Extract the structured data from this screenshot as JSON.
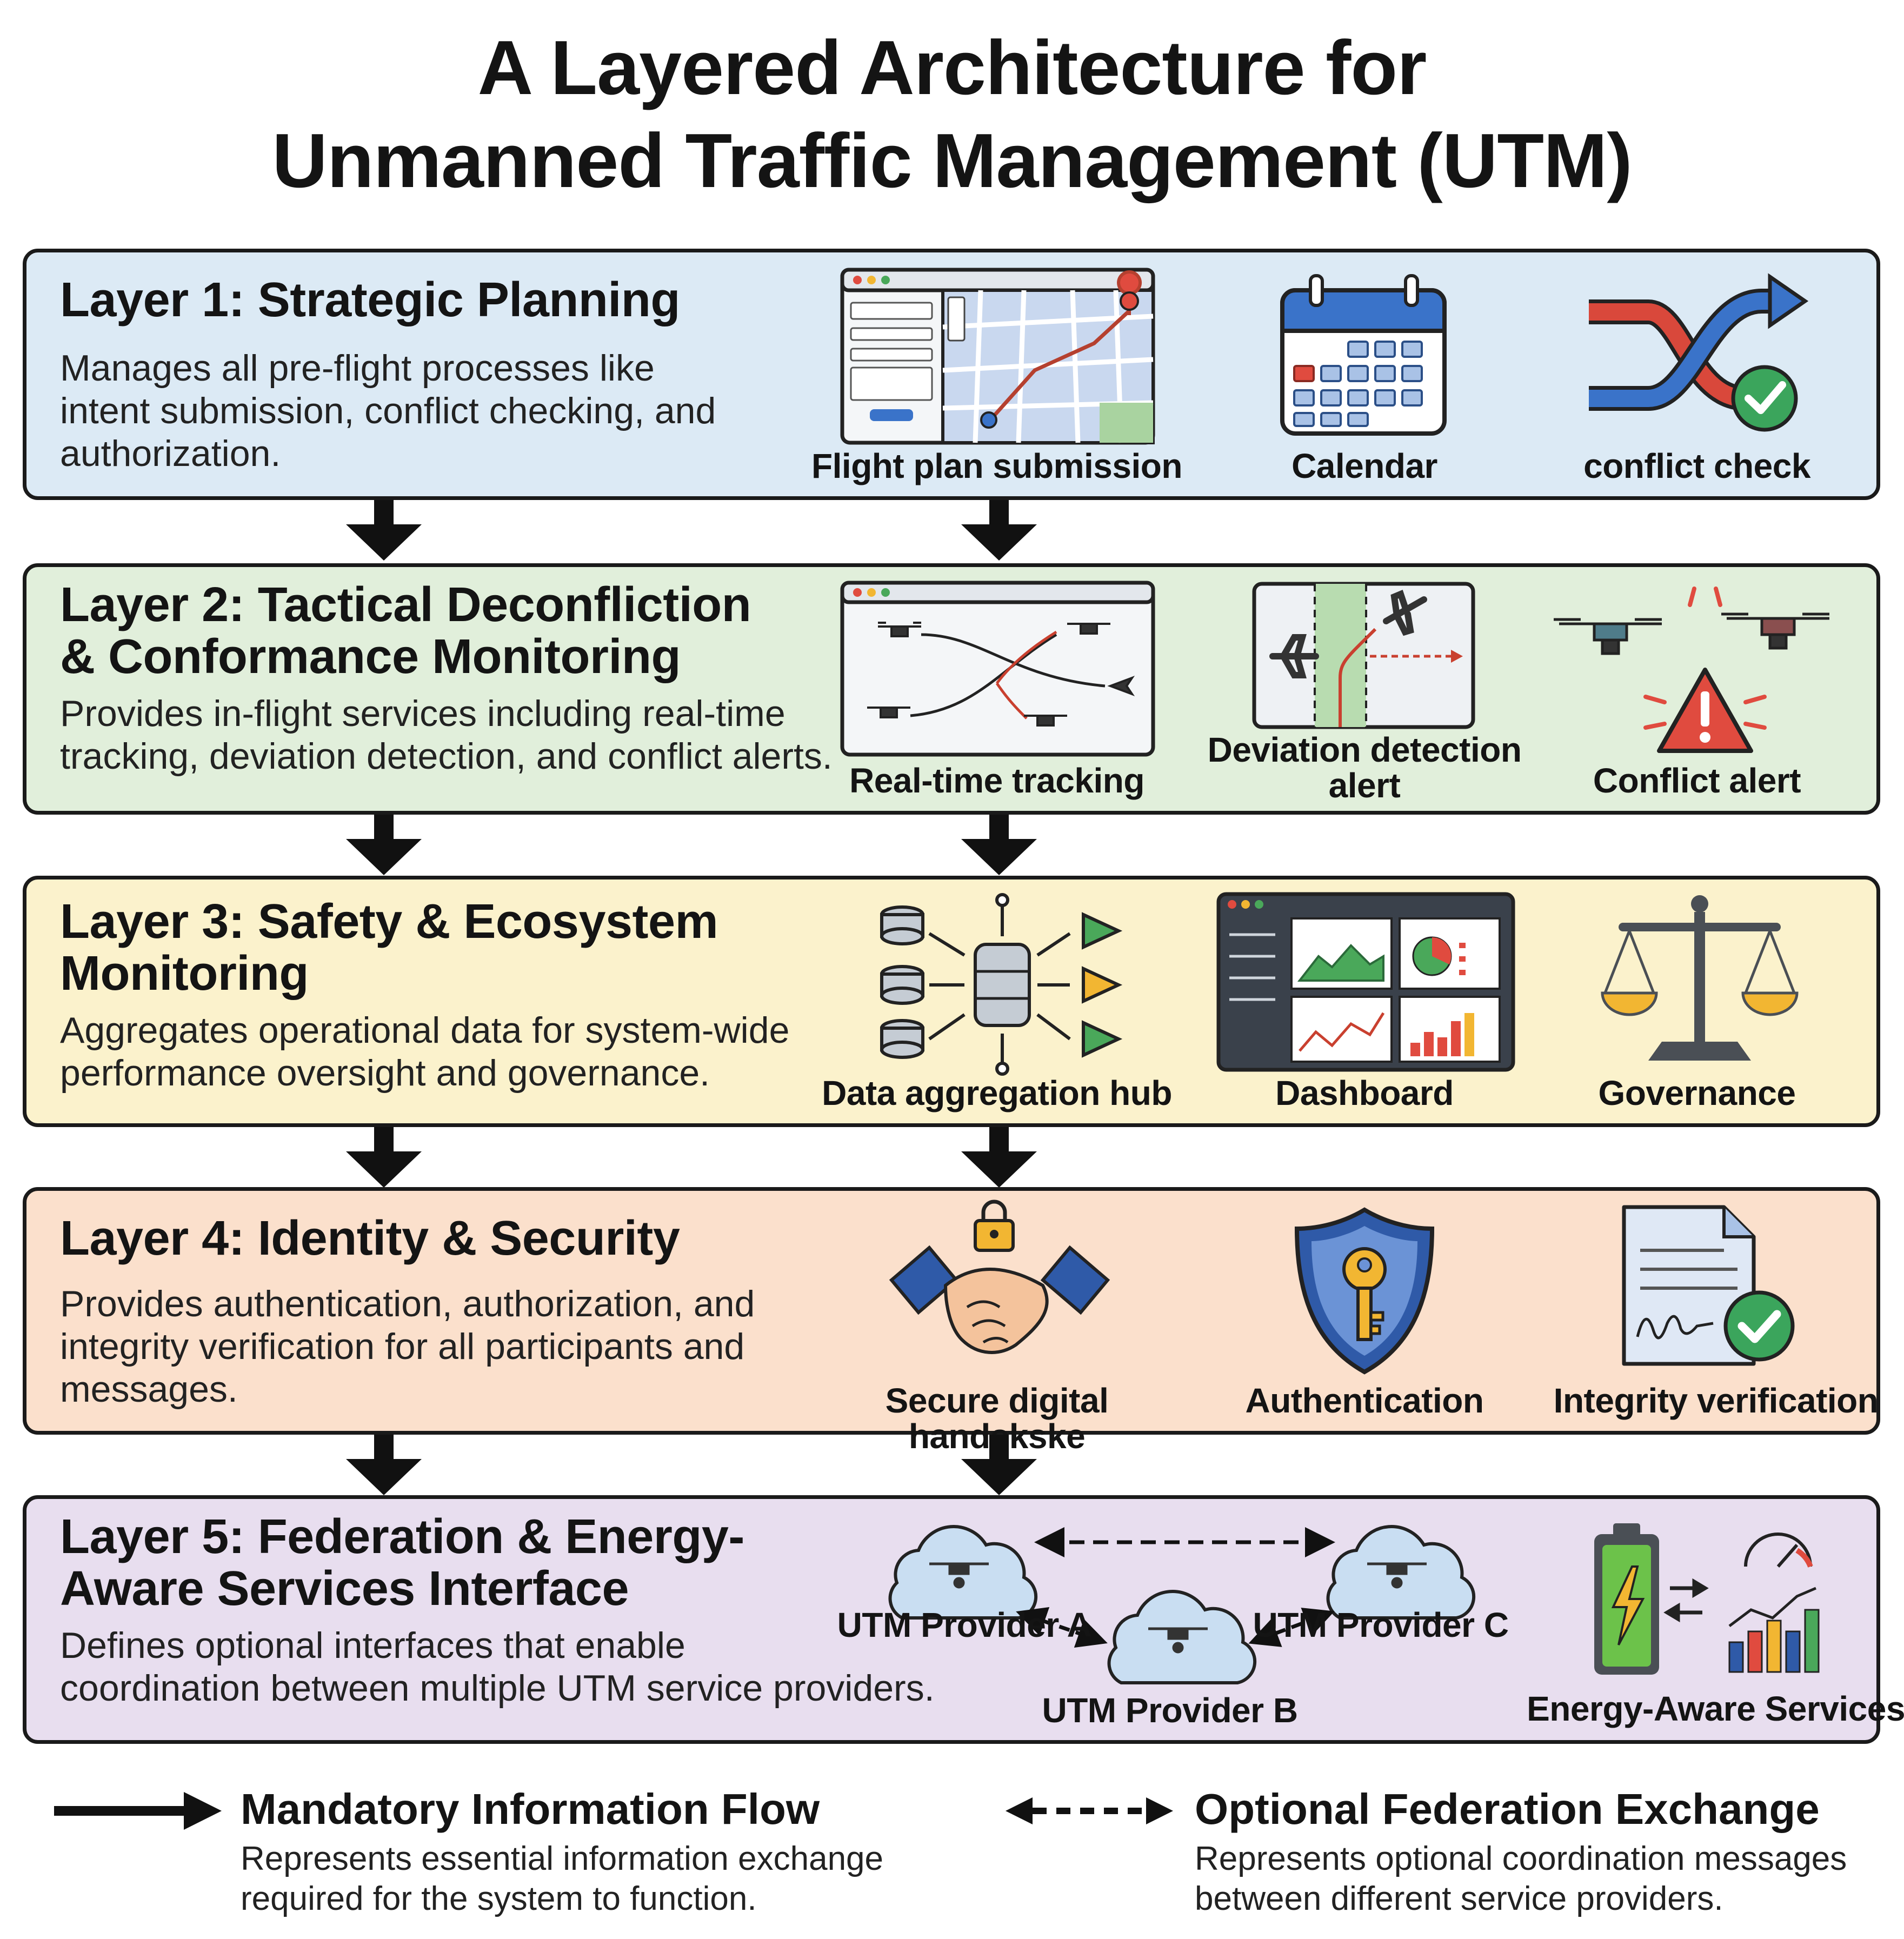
{
  "title": {
    "line1": "A Layered Architecture for",
    "line2": "Unmanned Traffic Management (UTM)"
  },
  "layers": [
    {
      "title": "Layer 1: Strategic Planning",
      "description": "Manages all pre-flight processes like\nintent submission, conflict checking, and\nauthorization.",
      "color": "#dceaf5",
      "icons": [
        {
          "label": "Flight plan submission",
          "icon": "flight-plan-map-icon"
        },
        {
          "label": "Calendar",
          "icon": "calendar-icon"
        },
        {
          "label": "conflict check",
          "icon": "conflict-check-icon"
        }
      ]
    },
    {
      "title": "Layer 2: Tactical Deconfliction\n& Conformance Monitoring",
      "description": "Provides in-flight services including real-time\ntracking, deviation detection, and conflict alerts.",
      "color": "#e1efdb",
      "icons": [
        {
          "label": "Real-time tracking",
          "icon": "drone-tracking-icon"
        },
        {
          "label": "Deviation detection\nalert",
          "icon": "deviation-detection-icon"
        },
        {
          "label": "Conflict alert",
          "icon": "conflict-alert-icon"
        }
      ]
    },
    {
      "title": "Layer 3: Safety & Ecosystem\nMonitoring",
      "description": "Aggregates operational data for system-wide\nperformance oversight and governance.",
      "color": "#fbf2cc",
      "icons": [
        {
          "label": "Data aggregation hub",
          "icon": "data-hub-icon"
        },
        {
          "label": "Dashboard",
          "icon": "dashboard-icon"
        },
        {
          "label": "Governance",
          "icon": "scales-icon"
        }
      ]
    },
    {
      "title": "Layer 4: Identity & Security",
      "description": "Provides authentication, authorization, and\nintegrity verification for all participants and\nmessages.",
      "color": "#fbe0cc",
      "icons": [
        {
          "label": "Secure digital handskske",
          "icon": "handshake-lock-icon"
        },
        {
          "label": "Authentication",
          "icon": "shield-key-icon"
        },
        {
          "label": "Integrity verification",
          "icon": "signed-document-icon"
        }
      ]
    },
    {
      "title": "Layer 5: Federation & Energy-\nAware Services Interface",
      "description": "Defines optional interfaces that enable\ncoordination between multiple UTM service providers.",
      "color": "#e8deef",
      "icons": [
        {
          "label": "UTM Provider A",
          "icon": "cloud-drone-icon"
        },
        {
          "label": "UTM Provider C",
          "icon": "cloud-drone-icon"
        },
        {
          "label": "UTM Provider B",
          "icon": "cloud-drone-icon"
        },
        {
          "label": "Energy-Aware Services",
          "icon": "battery-energy-icon"
        }
      ]
    }
  ],
  "legend": [
    {
      "title": "Mandatory Information Flow",
      "description": "Represents essential information exchange\nrequired for the system to function."
    },
    {
      "title": "Optional Federation Exchange",
      "description": "Represents optional coordination messages\nbetween different service providers."
    }
  ]
}
